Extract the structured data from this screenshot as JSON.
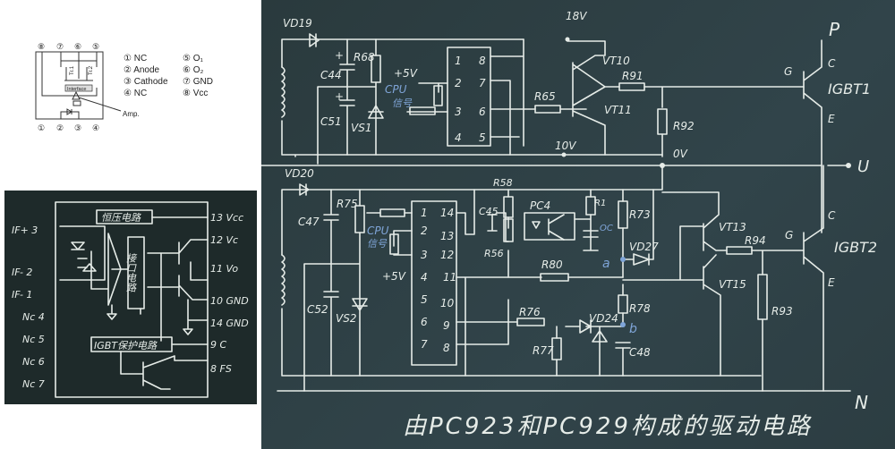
{
  "datasheet": {
    "top_pins": [
      "⑧",
      "⑦",
      "⑥",
      "⑤"
    ],
    "bottom_pins": [
      "①",
      "②",
      "③",
      "④"
    ],
    "tr1": "Tr.1",
    "tr2": "Tr.2",
    "interface": "Interface",
    "amp_label": "Amp.",
    "legend_left": [
      "① NC",
      "② Anode",
      "③ Cathode",
      "④ NC"
    ],
    "legend_right": [
      "⑤ O₁",
      "⑥ O₂",
      "⑦ GND",
      "⑧ Vcc"
    ]
  },
  "chip_board": {
    "regulator": "恒压电路",
    "interface": "接口电路",
    "protection": "IGBT保护电路",
    "left_pins": [
      "IF+ 3",
      "IF- 2",
      "IF- 1",
      "Nc 4",
      "Nc 5",
      "Nc 6",
      "Nc 7"
    ],
    "right_pins": [
      "13 Vcc",
      "12 Vc",
      "11 Vo",
      "10 GND",
      "14 GND",
      "9 C",
      "8 FS"
    ]
  },
  "main_board": {
    "title": "由PC923和PC929构成的驱动电路",
    "upper": {
      "vd": "VD19",
      "c1": "C44",
      "c2": "C51",
      "r1": "R68",
      "vs": "VS1",
      "plus5": "+5V",
      "cpu": "CPU",
      "signal": "信号",
      "pins_left": [
        "1",
        "2",
        "3",
        "4"
      ],
      "pins_right": [
        "8",
        "7",
        "6",
        "5"
      ],
      "r65": "R65",
      "v18": "18V",
      "v10": "10V",
      "vt10": "VT10",
      "vt11": "VT11",
      "r91": "R91",
      "r92": "R92",
      "v0": "0V",
      "igbt": "IGBT1",
      "g": "G",
      "c": "C",
      "e": "E",
      "p": "P",
      "u": "U",
      "plus": "+"
    },
    "lower": {
      "vd": "VD20",
      "c1": "C47",
      "c2": "C52",
      "r75": "R75",
      "vs": "VS2",
      "cpu": "CPU",
      "signal": "信号",
      "plus5": "+5V",
      "pins_left": [
        "1",
        "2",
        "3",
        "4",
        "5",
        "6",
        "7"
      ],
      "pins_right": [
        "14",
        "13",
        "12",
        "11",
        "10",
        "9",
        "8"
      ],
      "c45": "C45",
      "r58": "R58",
      "r56": "R56",
      "pc4": "PC4",
      "r1": "R1",
      "oc": "OC",
      "r73": "R73",
      "vd27": "VD27",
      "a": "a",
      "r80": "R80",
      "r78": "R78",
      "b": "b",
      "r76": "R76",
      "vd24": "VD24",
      "r77": "R77",
      "c48": "C48",
      "vt13": "VT13",
      "vt15": "VT15",
      "r94": "R94",
      "r93": "R93",
      "igbt": "IGBT2",
      "g": "G",
      "c": "C",
      "e": "E",
      "n": "N"
    }
  }
}
